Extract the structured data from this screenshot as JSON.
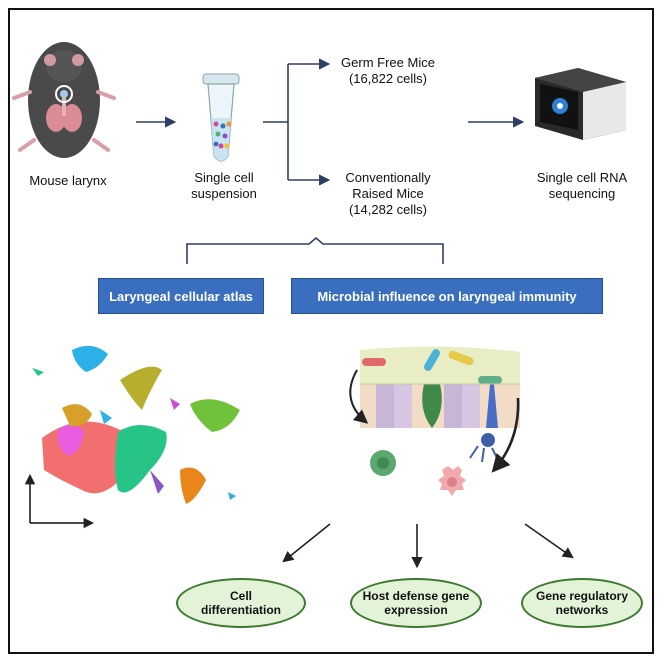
{
  "workflow": {
    "mouse_label": "Mouse larynx",
    "suspension_label_1": "Single cell",
    "suspension_label_2": "suspension",
    "germ_free_1": "Germ Free Mice",
    "germ_free_2": "(16,822 cells)",
    "conv_1": "Conventionally",
    "conv_2": "Raised Mice",
    "conv_3": "(14,282 cells)",
    "seq_label_1": "Single cell RNA",
    "seq_label_2": "sequencing"
  },
  "aims": {
    "atlas": "Laryngeal cellular atlas",
    "microbial": "Microbial influence on laryngeal immunity"
  },
  "outcomes": {
    "diff_1": "Cell",
    "diff_2": "differentiation",
    "host_1": "Host defense gene",
    "host_2": "expression",
    "grn_1": "Gene regulatory",
    "grn_2": "networks"
  },
  "colors": {
    "arrow": "#2e3f66",
    "button_fill": "#3a6ebf",
    "oval_fill": "#e2f3d8",
    "oval_border": "#3c7a2e"
  },
  "icons": [
    "mouse-illustration",
    "microtube-icon",
    "sequencer-icon",
    "umap-scatter",
    "epithelium-illustration"
  ]
}
